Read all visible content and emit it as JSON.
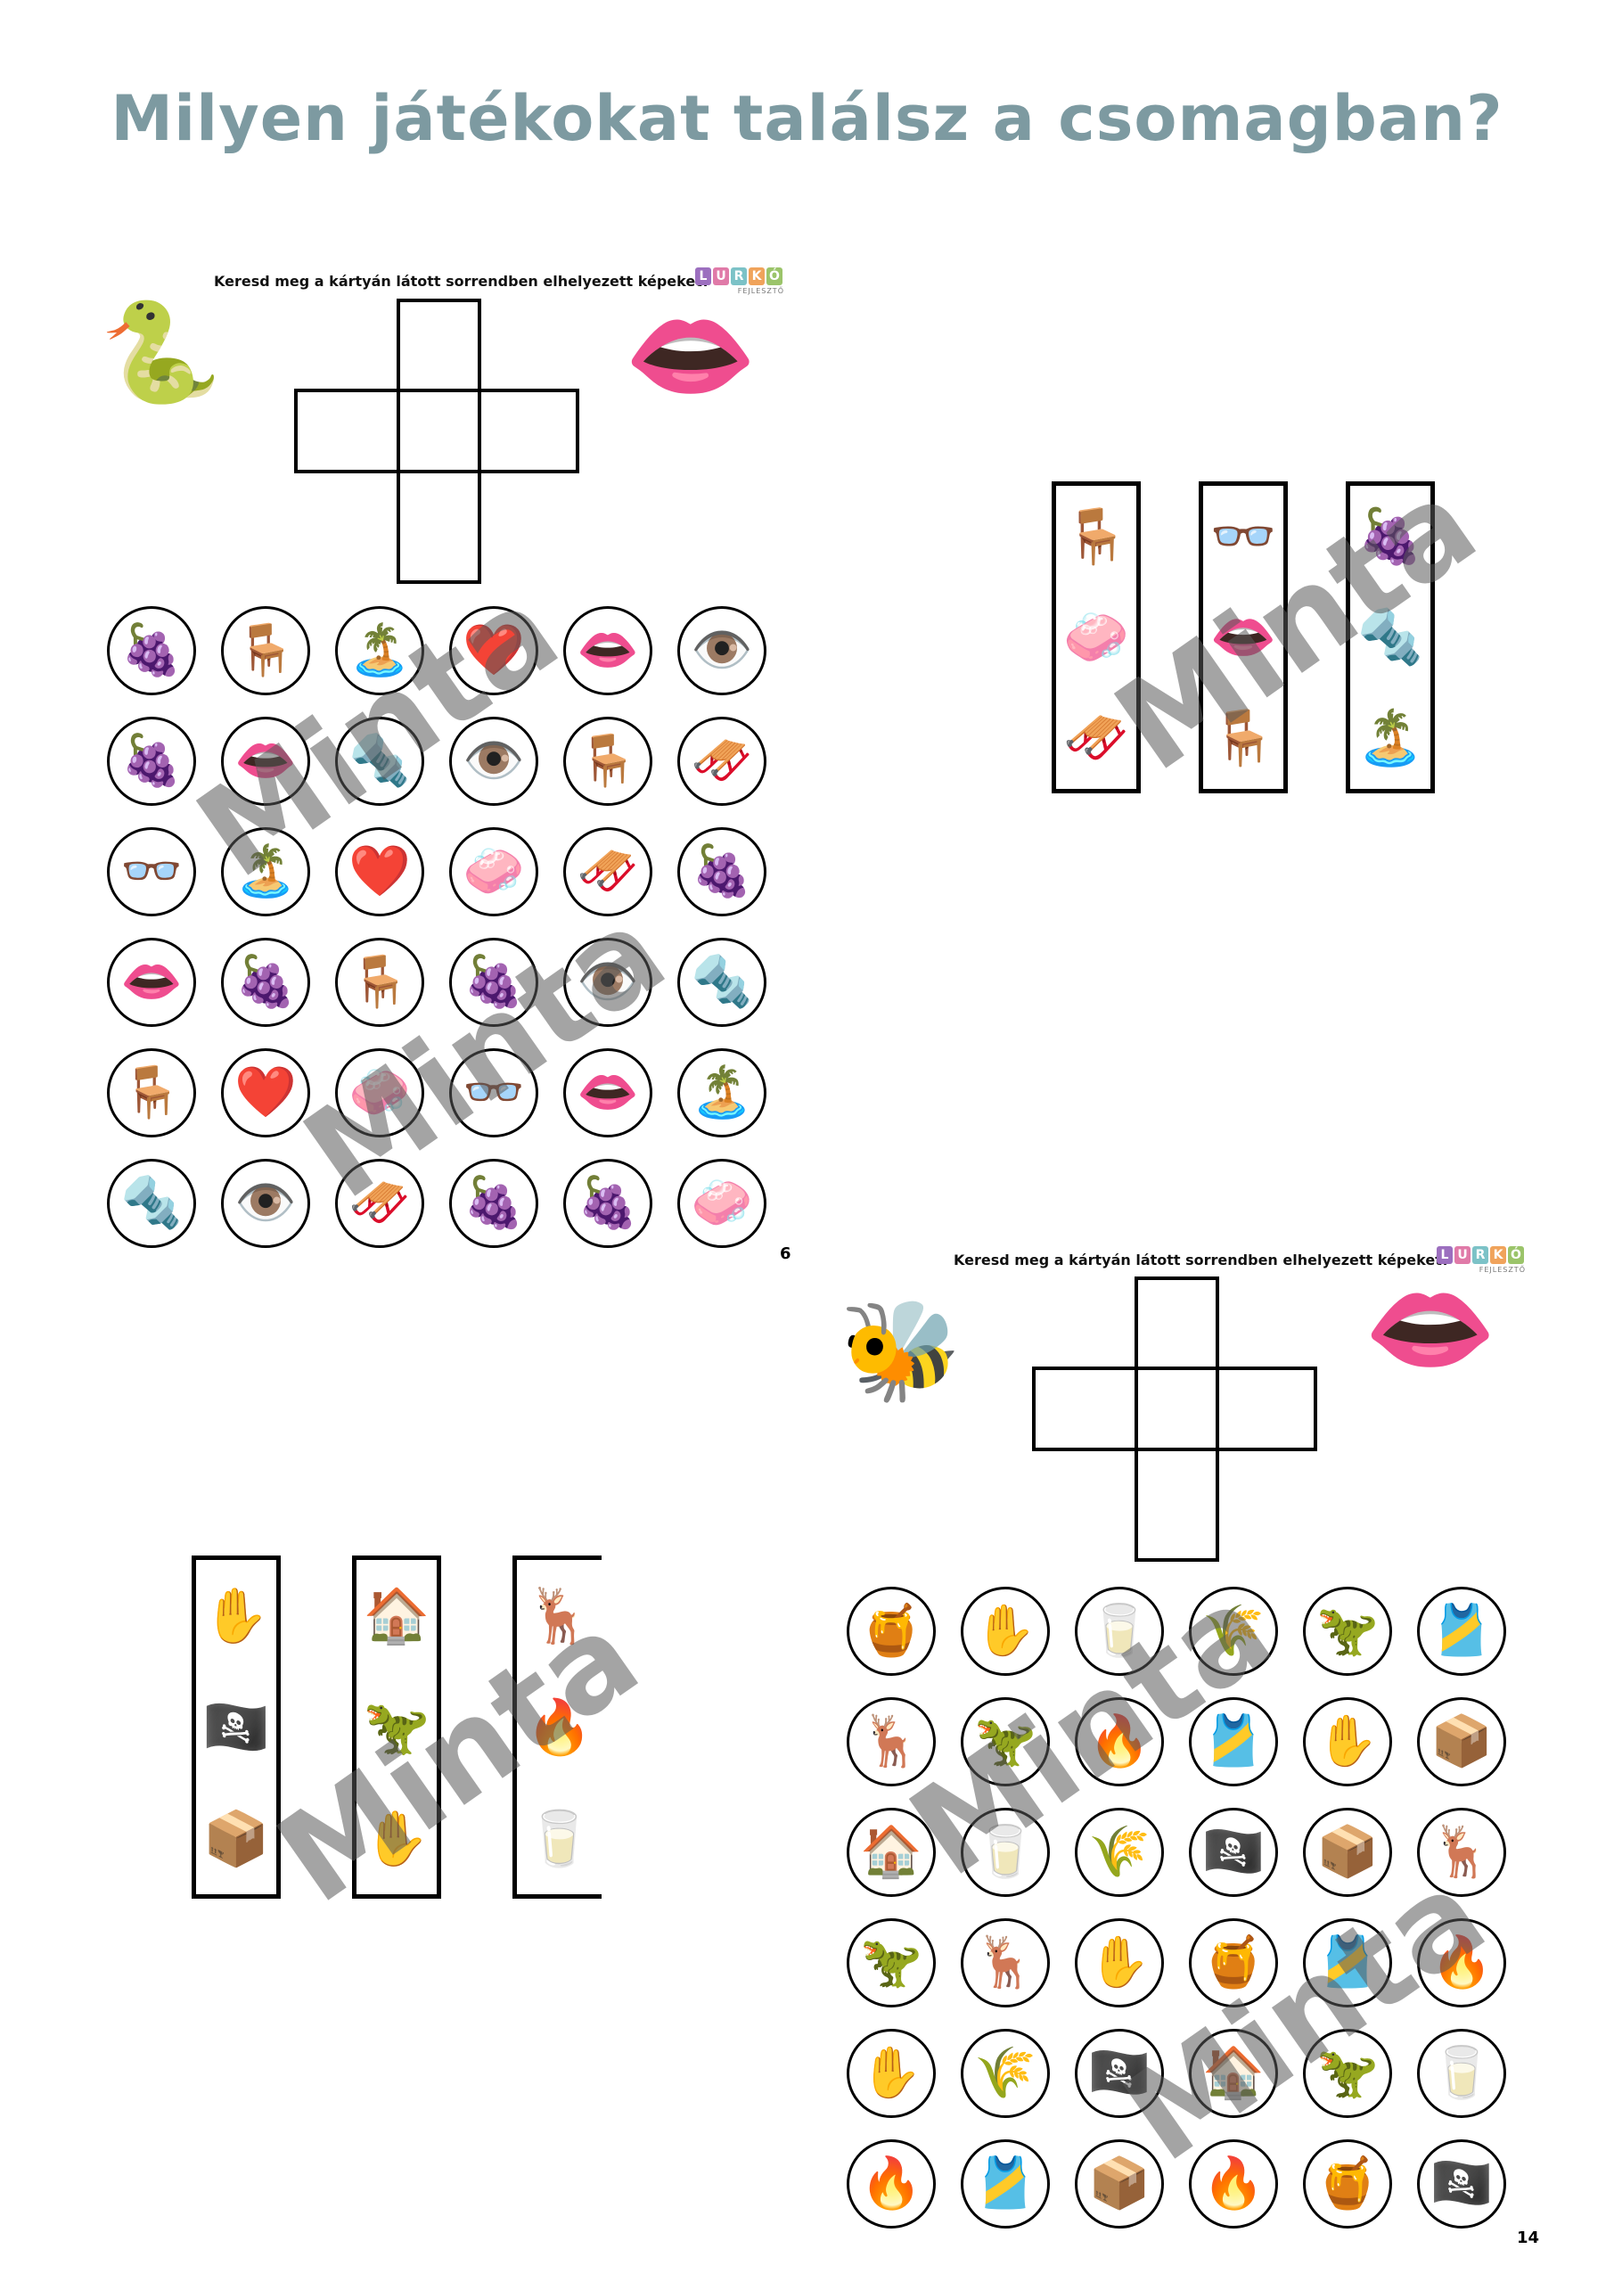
{
  "title": "Milyen játékokat találsz a csomagban?",
  "watermark": "Minta",
  "logo": {
    "letters": [
      "L",
      "U",
      "R",
      "K",
      "Ó"
    ],
    "colors": [
      "#9c6fbf",
      "#e07aa8",
      "#7cc2c7",
      "#f0a35b",
      "#9bc46a"
    ],
    "subtitle": "FEJLESZTŐ"
  },
  "sheet1": {
    "instruction": "Keresd meg a kártyán látott sorrendben elhelyezett képeket!",
    "page_number": "6",
    "mascot": "🐍",
    "mouth": "👄",
    "grid": [
      [
        "🍇",
        "🪑",
        "🏝️",
        "❤️",
        "👄",
        "👁️"
      ],
      [
        "🍇",
        "👄",
        "🔩",
        "👁️",
        "🪑",
        "🛷"
      ],
      [
        "👓",
        "🏝️",
        "❤️",
        "🧼",
        "🛷",
        "🍇"
      ],
      [
        "👄",
        "🍇",
        "🪑",
        "🍇",
        "👁️",
        "🔩"
      ],
      [
        "🪑",
        "❤️",
        "🧼",
        "👓",
        "👄",
        "🏝️"
      ],
      [
        "🔩",
        "👁️",
        "🛷",
        "🍇",
        "🍇",
        "🧼"
      ]
    ],
    "strips": [
      [
        "🪑",
        "🧼",
        "🛷"
      ],
      [
        "👓",
        "👄",
        "🪑"
      ],
      [
        "🍇",
        "🔩",
        "🏝️"
      ]
    ]
  },
  "sheet2": {
    "instruction": "Keresd meg a kártyán látott sorrendben elhelyezett képeket!",
    "page_number": "14",
    "mascot": "🐝",
    "mouth": "👄",
    "grid": [
      [
        "🍯",
        "✋",
        "🥛",
        "🌾",
        "🦖",
        "🎽"
      ],
      [
        "🦌",
        "🦖",
        "🔥",
        "🎽",
        "✋",
        "📦"
      ],
      [
        "🏠",
        "🥛",
        "🌾",
        "🏴‍☠️",
        "📦",
        "🦌"
      ],
      [
        "🦖",
        "🦌",
        "✋",
        "🍯",
        "🎽",
        "🔥"
      ],
      [
        "✋",
        "🌾",
        "🏴‍☠️",
        "🏠",
        "🦖",
        "🥛"
      ],
      [
        "🔥",
        "🎽",
        "📦",
        "🔥",
        "🍯",
        "🏴‍☠️"
      ]
    ],
    "strips": [
      [
        "✋",
        "🏴‍☠️",
        "📦"
      ],
      [
        "🏠",
        "🦖",
        "✋"
      ],
      [
        "🦌",
        "🔥",
        "🥛"
      ]
    ]
  }
}
